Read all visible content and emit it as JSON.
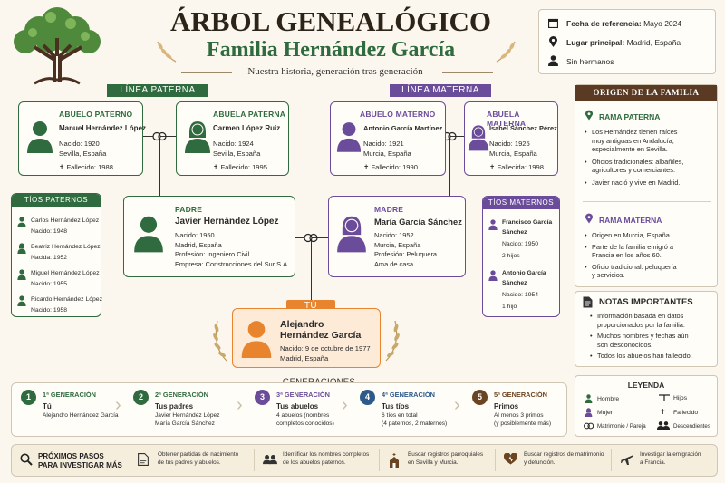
{
  "header": {
    "title": "ÁRBOL GENEALÓGICO",
    "family": "Familia Hernández García",
    "tagline": "Nuestra historia, generación tras generación"
  },
  "info": {
    "ref_label": "Fecha de referencia:",
    "ref_value": "Mayo 2024",
    "place_label": "Lugar principal:",
    "place_value": "Madrid, España",
    "siblings": "Sin hermanos"
  },
  "bands": {
    "paternal": "LÍNEA PATERNA",
    "maternal": "LÍNEA MATERNA",
    "you": "TÚ"
  },
  "grandparents": [
    {
      "role": "ABUELO PATERNO",
      "name": "Manuel Hernández López",
      "born": "Nacido: 1920",
      "place": "Sevilla, España",
      "died": "✝ Fallecido: 1988"
    },
    {
      "role": "ABUELA PATERNA",
      "name": "Carmen López Ruiz",
      "born": "Nacido: 1924",
      "place": "Sevilla, España",
      "died": "✝ Fallecido: 1995"
    },
    {
      "role": "ABUELO MATERNO",
      "name": "Antonio García Martínez",
      "born": "Nacido: 1921",
      "place": "Murcia, España",
      "died": "✝ Fallecido: 1990"
    },
    {
      "role": "ABUELA MATERNA",
      "name": "Isabel Sánchez Pérez",
      "born": "Nacido: 1925",
      "place": "Murcia, España",
      "died": "✝ Fallecida: 1998"
    }
  ],
  "father": {
    "role": "PADRE",
    "name": "Javier Hernández López",
    "born": "Nacido: 1950",
    "place": "Madrid, España",
    "job": "Profesión: Ingeniero Civil",
    "company": "Empresa: Construcciones del Sur S.A."
  },
  "mother": {
    "role": "MADRE",
    "name": "María García Sánchez",
    "born": "Nacido: 1952",
    "place": "Murcia, España",
    "job": "Profesión: Peluquera",
    "company": "Ama de casa"
  },
  "you": {
    "name1": "Alejandro",
    "name2": "Hernández García",
    "born": "Nacido: 9 de octubre de 1977",
    "place": "Madrid, España"
  },
  "uncles_pat": {
    "title": "TÍOS PATERNOS",
    "items": [
      {
        "name": "Carlos Hernández López",
        "born": "Nacido: 1948"
      },
      {
        "name": "Beatriz Hernández López",
        "born": "Nacida: 1952"
      },
      {
        "name": "Miguel Hernández López",
        "born": "Nacido: 1955"
      },
      {
        "name": "Ricardo Hernández López",
        "born": "Nacido: 1958"
      }
    ]
  },
  "uncles_mat": {
    "title": "TÍOS MATERNOS",
    "items": [
      {
        "name1": "Francisco García",
        "name2": "Sánchez",
        "born": "Nacido: 1950",
        "kids": "2 hijos"
      },
      {
        "name1": "Antonio García",
        "name2": "Sánchez",
        "born": "Nacido: 1954",
        "kids": "1 hijo"
      }
    ]
  },
  "origin": {
    "title": "ORIGEN DE LA FAMILIA",
    "pat_title": "RAMA PATERNA",
    "pat": [
      "Los Hernández tienen raíces",
      "muy antiguas en Andalucía,",
      "especialmente en Sevilla.",
      "Oficios tradicionales: albañiles,",
      "agricultores y comerciantes.",
      "Javier nació y vive en Madrid."
    ],
    "mat_title": "RAMA MATERNA",
    "mat": [
      "Origen en Murcia, España.",
      "Parte de la familia emigró a",
      "Francia en los años 60.",
      "Oficio tradicional: peluquería",
      "y servicios."
    ]
  },
  "notes": {
    "title": "NOTAS IMPORTANTES",
    "items": [
      "Información basada en datos",
      "proporcionados por la familia.",
      "Muchos nombres y fechas aún",
      "son desconocidos.",
      "Todos los abuelos han fallecido."
    ]
  },
  "generations": {
    "title": "GENERACIONES",
    "items": [
      {
        "num": "1",
        "label": "1ª GENERACIÓN",
        "head": "Tú",
        "l1": "Alejandro Hernández García",
        "l2": ""
      },
      {
        "num": "2",
        "label": "2ª GENERACIÓN",
        "head": "Tus padres",
        "l1": "Javier Hernández López",
        "l2": "María García Sánchez"
      },
      {
        "num": "3",
        "label": "3ª GENERACIÓN",
        "head": "Tus abuelos",
        "l1": "4 abuelos (nombres",
        "l2": "completos conocidos)"
      },
      {
        "num": "4",
        "label": "4ª GENERACIÓN",
        "head": "Tus tíos",
        "l1": "6 tíos en total",
        "l2": "(4 paternos, 2 maternos)"
      },
      {
        "num": "5",
        "label": "5ª GENERACIÓN",
        "head": "Primos",
        "l1": "Al menos 3 primos",
        "l2": "(y posiblemente más)"
      }
    ]
  },
  "legend": {
    "title": "LEYENDA",
    "man": "Hombre",
    "woman": "Mujer",
    "marriage": "Matrimonio / Pareja",
    "children": "Hijos",
    "deceased": "Fallecido",
    "descendants": "Descendientes"
  },
  "next": {
    "title1": "PRÓXIMOS PASOS",
    "title2": "PARA INVESTIGAR MÁS",
    "items": [
      {
        "l1": "Obtener partidas de nacimiento",
        "l2": "de tus padres y abuelos."
      },
      {
        "l1": "Identificar los nombres completos",
        "l2": "de los abuelos paternos."
      },
      {
        "l1": "Buscar registros parroquiales",
        "l2": "en Sevilla y Murcia."
      },
      {
        "l1": "Buscar registros de matrimonio",
        "l2": "y defunción."
      },
      {
        "l1": "Investigar la emigración",
        "l2": "a Francia."
      }
    ]
  },
  "colors": {
    "green": "#2f6b3e",
    "purple": "#6b4c9a",
    "orange": "#e8842e",
    "brown": "#5a3a22"
  }
}
